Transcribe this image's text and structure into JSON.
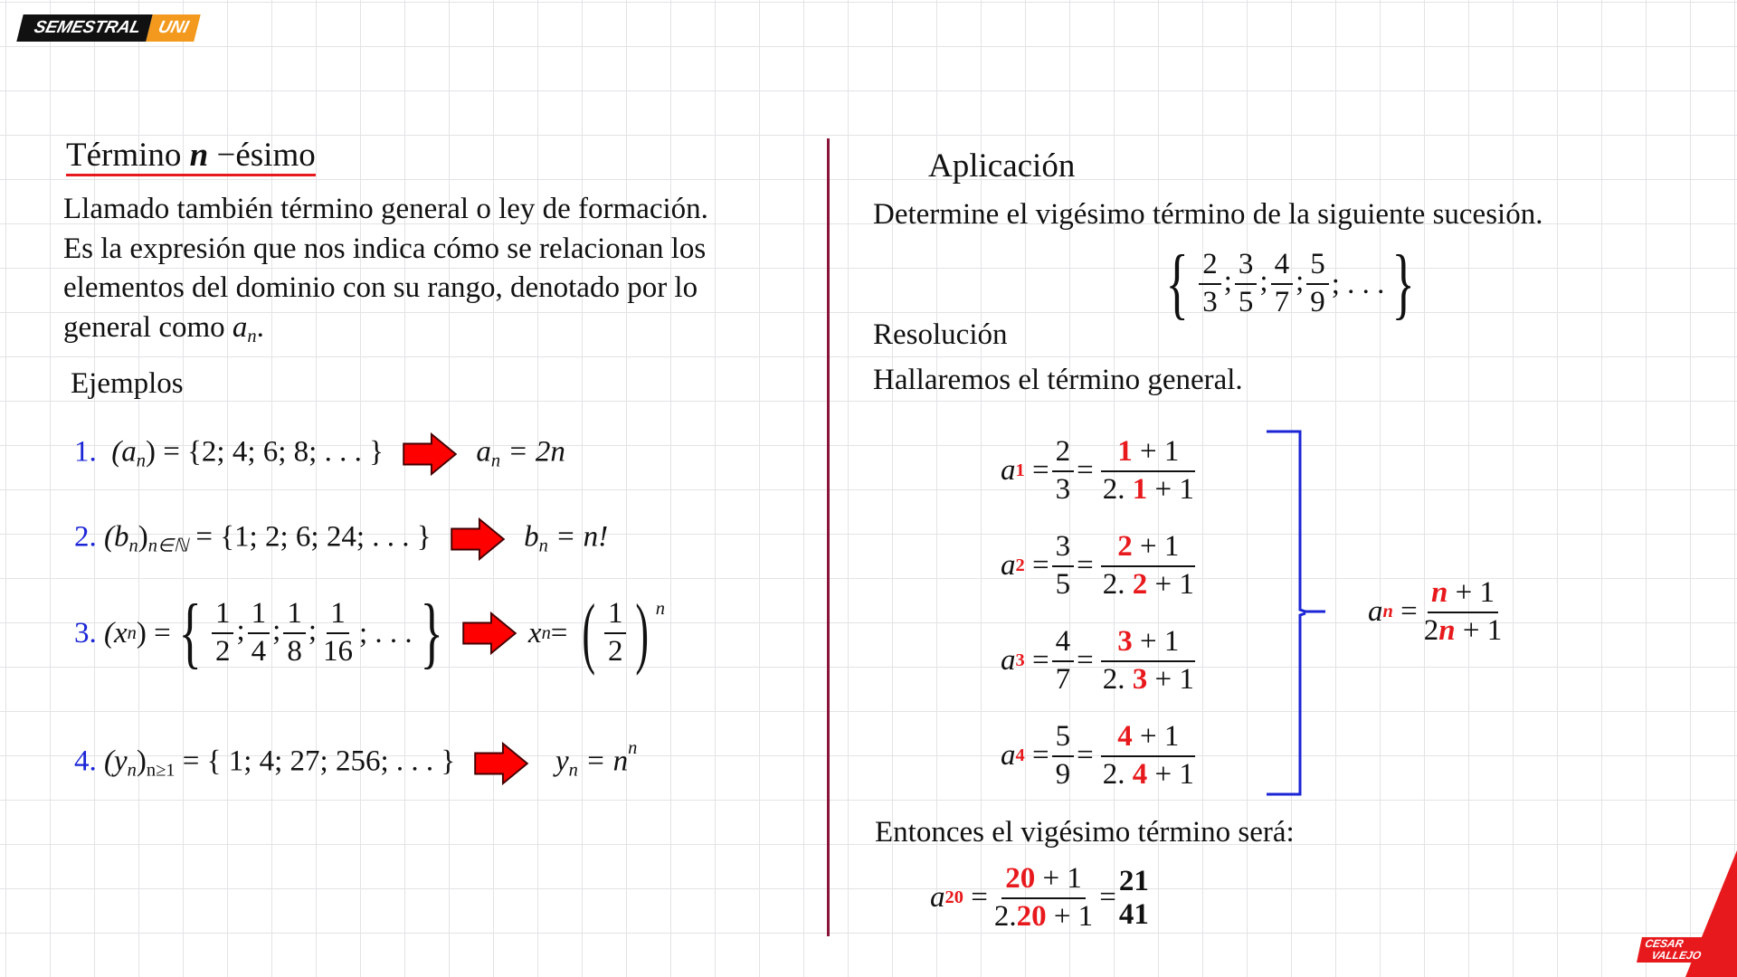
{
  "brand": {
    "logo_left": "SEMESTRAL",
    "logo_right": "UNI",
    "corner_logo_line1": "CESAR",
    "corner_logo_line2": "VALLEJO",
    "accent": "#e8191c",
    "logo_orange": "#f39a1e"
  },
  "left": {
    "title_prefix": "Término ",
    "title_var": "n",
    "title_suffix": " −ésimo",
    "paragraph_lines": [
      "Llamado también término general o ley de formación.",
      "Es la expresión que nos indica cómo se relacionan los",
      "elementos del dominio con su rango, denotado por lo",
      "general como "
    ],
    "paragraph_var": "a",
    "paragraph_sub": "n",
    "paragraph_end": ".",
    "examples_heading": "Ejemplos",
    "ex1": {
      "num": "1.",
      "lhs": "(a",
      "sub": "n",
      "rest": ") = {2; 4; 6; 8; . . . }",
      "rhs_var": "a",
      "rhs_sub": "n",
      "rhs_rest": " = 2n"
    },
    "ex2": {
      "num": "2.",
      "lhs": "(b",
      "sub": "n",
      "sub2": "n∈ℕ",
      "rest": " = {1; 2; 6; 24; . . . }",
      "rhs_var": "b",
      "rhs_sub": "n",
      "rhs_rest": " = n!"
    },
    "ex3": {
      "num": "3.",
      "lhs": "(x",
      "sub": "n",
      "rest": ") =",
      "fracs": [
        [
          "1",
          "2"
        ],
        [
          "1",
          "4"
        ],
        [
          "1",
          "8"
        ],
        [
          "1",
          "16"
        ]
      ],
      "tail": "; . . .",
      "rhs_var": "x",
      "rhs_sub": "n",
      "rhs_eq": " =",
      "rhs_num": "1",
      "rhs_den": "2",
      "rhs_exp": "n"
    },
    "ex4": {
      "num": "4.",
      "lhs": "(y",
      "sub": "n",
      "sub2": "n≥1",
      "rest": " = { 1; 4; 27; 256; . . . }",
      "rhs_var": "y",
      "rhs_sub": "n",
      "rhs_rest": " = n",
      "rhs_exp": "n"
    }
  },
  "right": {
    "heading": "Aplicación",
    "question": "Determine el vigésimo término de la siguiente sucesión.",
    "set_fracs": [
      [
        "2",
        "3"
      ],
      [
        "3",
        "5"
      ],
      [
        "4",
        "7"
      ],
      [
        "5",
        "9"
      ]
    ],
    "set_tail": "; . . .",
    "resolution": "Resolución",
    "step": "Hallaremos el término general.",
    "rows": [
      {
        "k": "1",
        "num": "2",
        "den": "3"
      },
      {
        "k": "2",
        "num": "3",
        "den": "5"
      },
      {
        "k": "3",
        "num": "4",
        "den": "7"
      },
      {
        "k": "4",
        "num": "5",
        "den": "9"
      }
    ],
    "general": {
      "var": "a",
      "sub": "n",
      "num_var": "n",
      "num_rest": " + 1",
      "den_pre": "2",
      "den_var": "n",
      "den_rest": " + 1"
    },
    "conclusion": "Entonces el vigésimo término será:",
    "final": {
      "var": "a",
      "sub": "20",
      "num_k": "20",
      "num_rest": " + 1",
      "den_pre": "2.",
      "den_k": "20",
      "den_rest": " + 1",
      "result_num": "21",
      "result_den": "41"
    }
  }
}
